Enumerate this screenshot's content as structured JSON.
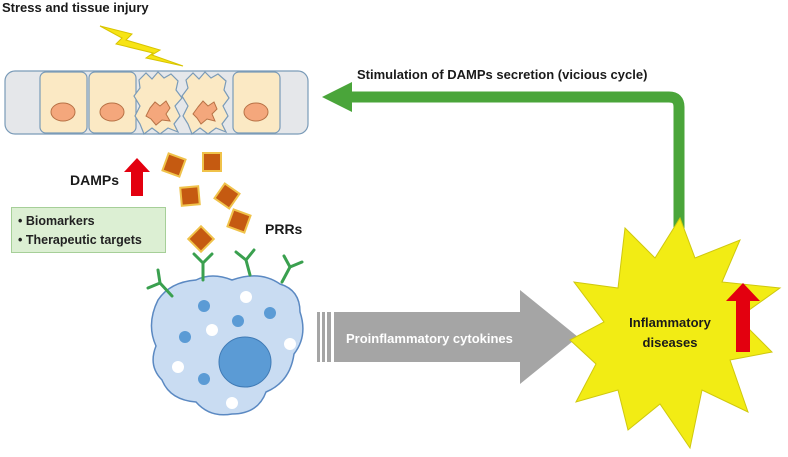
{
  "title": "Stress and tissue injury",
  "feedback_label": "Stimulation of DAMPs secretion (vicious cycle)",
  "damps_label": "DAMPs",
  "prrs_label": "PRRs",
  "applications": [
    "• Biomarkers",
    "• Therapeutic targets"
  ],
  "cytokines_label": "Proinflammatory cytokines",
  "disease_label": [
    "Inflammatory",
    "diseases"
  ],
  "colors": {
    "lightning": "#f7e414",
    "cell_fill": "#fbe9c4",
    "nucleus": "#f4a77c",
    "damp": "#c55a11",
    "damp_border": "#f0c24a",
    "receptor": "#3aa04f",
    "macrophage": "#c9dcf2",
    "macro_nucleus": "#5b9bd5",
    "loop_arrow": "#4aa53a",
    "cytokine_arrow": "#a5a5a5",
    "starburst": "#f2ec14",
    "up_arrow": "#e3000f"
  },
  "icons": [
    "lightning-icon",
    "up-arrow-icon",
    "starburst-icon",
    "macrophage-icon",
    "cell-layer-icon"
  ]
}
